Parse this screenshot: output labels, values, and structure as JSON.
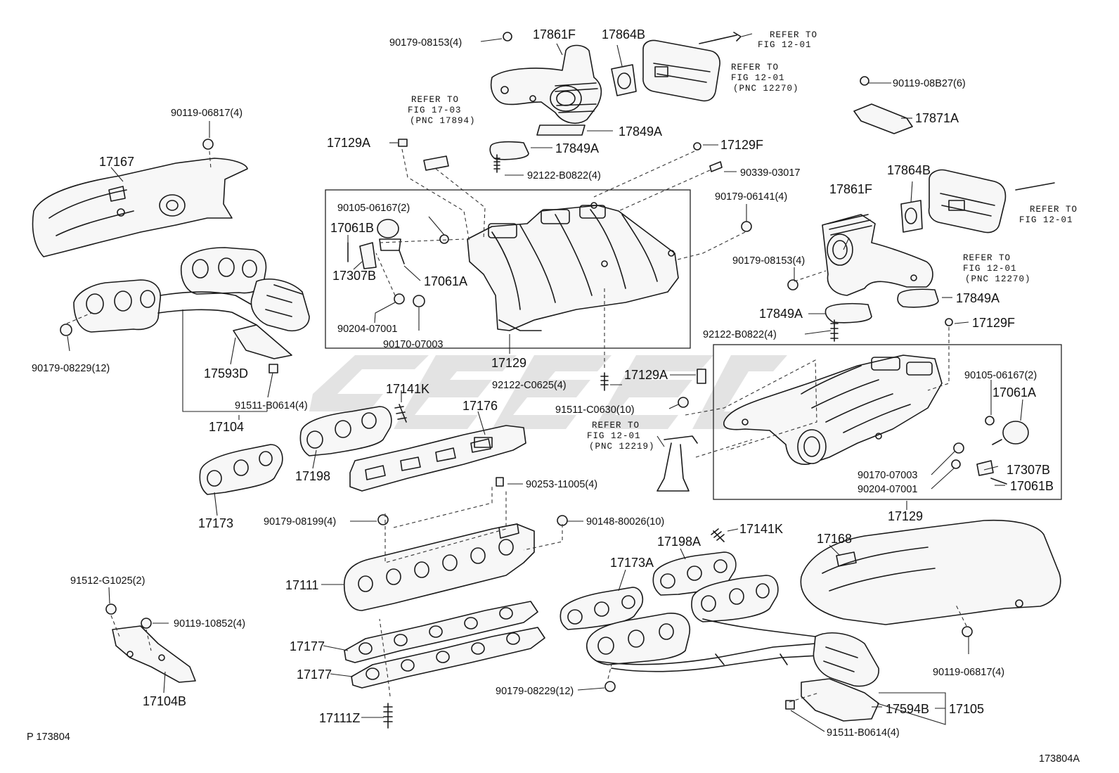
{
  "labels": {
    "p_90179_08153_4_top": "90179-08153(4)",
    "p_17861F_top": "17861F",
    "p_17864B_top": "17864B",
    "p_refer_12_01_a": "REFER TO",
    "p_refer_12_01_a2": "FIG 12-01",
    "p_refer_12_01_b": "REFER TO",
    "p_refer_12_01_b2": "FIG 12-01",
    "p_refer_12_01_b3": "(PNC 12270)",
    "p_90119_06817_4_left": "90119-06817(4)",
    "p_17167": "17167",
    "p_refer_17_03": "REFER TO",
    "p_refer_17_03_2": "FIG 17-03",
    "p_refer_17_03_3": "(PNC 17894)",
    "p_17129A_top": "17129A",
    "p_17849A_top1": "17849A",
    "p_17849A_top2": "17849A",
    "p_92122_B0822_top": "92122-B0822(4)",
    "p_17129F_top": "17129F",
    "p_90339_03017": "90339-03017",
    "p_90105_06167_left": "90105-06167(2)",
    "p_17061B_left": "17061B",
    "p_17307B_left": "17307B",
    "p_17061A_left": "17061A",
    "p_90204_07001_left": "90204-07001",
    "p_90170_07003_left": "90170-07003",
    "p_17129_left": "17129",
    "p_90179_08229_left": "90179-08229(12)",
    "p_17593D": "17593D",
    "p_91511_B0614_left": "91511-B0614(4)",
    "p_17104": "17104",
    "p_90119_08B27": "90119-08B27(6)",
    "p_17871A": "17871A",
    "p_17864B_right": "17864B",
    "p_17861F_right": "17861F",
    "p_90179_06141": "90179-06141(4)",
    "p_refer_12_01_c": "REFER TO",
    "p_refer_12_01_c2": "FIG 12-01",
    "p_refer_12_01_d": "REFER TO",
    "p_refer_12_01_d2": "FIG 12-01",
    "p_refer_12_01_d3": "(PNC 12270)",
    "p_90179_08153_right": "90179-08153(4)",
    "p_17849A_right1": "17849A",
    "p_17849A_right2": "17849A",
    "p_92122_B0822_right": "92122-B0822(4)",
    "p_17129F_right": "17129F",
    "p_92122_C0625": "92122-C0625(4)",
    "p_17129A_mid": "17129A",
    "p_91511_C0630": "91511-C0630(10)",
    "p_refer_12_01_e": "REFER TO",
    "p_refer_12_01_e2": "FIG 12-01",
    "p_refer_12_01_e3": "(PNC 12219)",
    "p_90105_06167_right": "90105-06167(2)",
    "p_17061A_right": "17061A",
    "p_90170_07003_right": "90170-07003",
    "p_17307B_right": "17307B",
    "p_90204_07001_right": "90204-07001",
    "p_17061B_right": "17061B",
    "p_17129_right": "17129",
    "p_17141K_left": "17141K",
    "p_17176": "17176",
    "p_17198": "17198",
    "p_17173": "17173",
    "p_90253_11005": "90253-11005(4)",
    "p_90179_08199": "90179-08199(4)",
    "p_90148_80026": "90148-80026(10)",
    "p_17141K_right": "17141K",
    "p_17198A": "17198A",
    "p_17173A": "17173A",
    "p_17168": "17168",
    "p_17111": "17111",
    "p_17177_a": "17177",
    "p_17177_b": "17177",
    "p_17111Z": "17111Z",
    "p_91512_G1025": "91512-G1025(2)",
    "p_90119_10852": "90119-10852(4)",
    "p_17104B": "17104B",
    "p_90179_08229_right": "90179-08229(12)",
    "p_90119_06817_right": "90119-06817(4)",
    "p_17594B": "17594B",
    "p_17105": "17105",
    "p_91511_B0614_right": "91511-B0614(4)",
    "footer_left": "P 173804",
    "footer_right": "173804A"
  },
  "colors": {
    "ink": "#1a1a1a",
    "paper": "#ffffff",
    "watermark": "#d9d9d9"
  }
}
